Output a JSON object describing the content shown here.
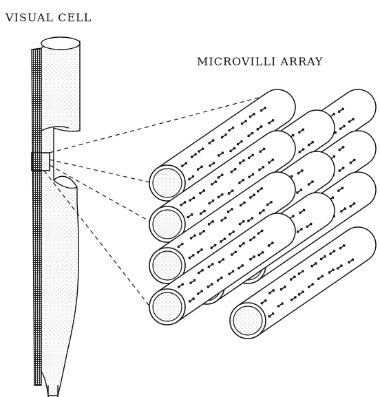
{
  "labels": {
    "visual_cell": "VISUAL CELL",
    "microvilli_array": "MICROVILLI ARRAY"
  },
  "colors": {
    "ink": "#111111",
    "paper": "#ffffff",
    "stipple": "#8a8a8a"
  },
  "array": {
    "tube_count": 12,
    "arrangement": "hexagonal bundle of microvilli, 4 columns",
    "arrow_glyph": "double-headed arrows (polarization)"
  }
}
